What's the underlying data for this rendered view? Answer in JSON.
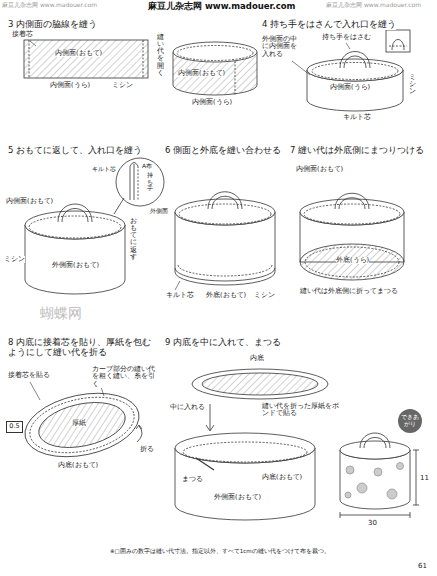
{
  "diagram": {
    "nodes": [
      {
        "text": [
          "0.5"
        ]
      },
      {
        "text": [
          "できあがり"
        ]
      }
    ],
    "labels": [
      "麻豆儿杂志网 www.madouer.com",
      "麻豆儿杂志网 www.madouer.com",
      "麻豆儿杂志网 www.madouer.com",
      "3 内側面の脇線を縫う",
      "接着芯",
      "内側面(おもて)",
      "内側面(うら)",
      "ミシン",
      "縫い代を開く",
      "内側面(おもて)",
      "内側面(うら)",
      "4 持ち手をはさんで入れ口を縫う",
      "持ち手をはさむ",
      "外側面の中に内側面を入れる",
      "内側面(うら)",
      "キルト芯",
      "ミシン",
      "5 おもてに返して、入れ口を縫う",
      "A布",
      "持ち手",
      "外側面",
      "キルト芯",
      "内側面(おもて)",
      "おもてに返す",
      "ミシン",
      "外側面(おもて)",
      "6 側面と外底を縫い合わせる",
      "キルト芯",
      "外底(おもて)",
      "ミシン",
      "7 縫い代は外底側にまつりつける",
      "内側面(おもて)",
      "外底(うら)",
      "縫い代は外底側に折ってまつる",
      "8 内底に接着芯を貼り、厚紙を包むようにして縫い代を折る",
      "接着芯を貼る",
      "カーブ部分の縫い代を粗く縫い、糸を引く",
      "厚紙",
      "折る",
      "内底(おもて)",
      "9 内底を中に入れて、まつる",
      "内底",
      "中に入れる",
      "縫い代を折った厚紙をボンドで貼る",
      "まつる",
      "内底(おもて)",
      "外側面(おもて)",
      "11",
      "30",
      "蝴蝶网",
      "※□囲みの数字は縫い代寸法。指定以外、すべて1cmの縫い代をつけて布を裁つ。",
      "61"
    ]
  }
}
